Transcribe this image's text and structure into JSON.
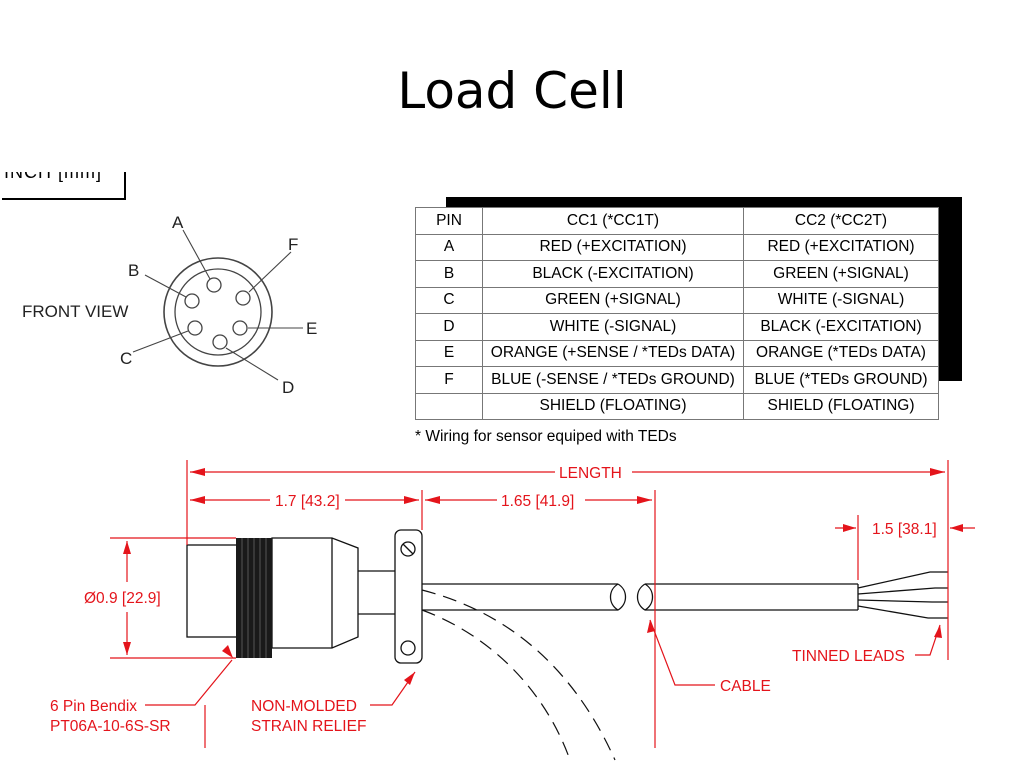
{
  "title": "Load Cell",
  "unit_label": "INCH [mm]",
  "pinout": {
    "view_label": "FRONT VIEW",
    "pins": [
      "A",
      "B",
      "C",
      "D",
      "E",
      "F"
    ]
  },
  "wiring_table": {
    "headers": [
      "PIN",
      "CC1 (*CC1T)",
      "CC2 (*CC2T)"
    ],
    "rows": [
      [
        "A",
        "RED (+EXCITATION)",
        "RED (+EXCITATION)"
      ],
      [
        "B",
        "BLACK (-EXCITATION)",
        "GREEN (+SIGNAL)"
      ],
      [
        "C",
        "GREEN (+SIGNAL)",
        "WHITE (-SIGNAL)"
      ],
      [
        "D",
        "WHITE (-SIGNAL)",
        "BLACK (-EXCITATION)"
      ],
      [
        "E",
        "ORANGE (+SENSE / *TEDs DATA)",
        "ORANGE (*TEDs DATA)"
      ],
      [
        "F",
        "BLUE (-SENSE / *TEDs GROUND)",
        "BLUE (*TEDs GROUND)"
      ],
      [
        "",
        "SHIELD (FLOATING)",
        "SHIELD (FLOATING)"
      ]
    ],
    "footnote": "* Wiring for sensor equiped with TEDs"
  },
  "cable_drawing": {
    "length_label": "LENGTH",
    "dim_connector": "1.7 [43.2]",
    "dim_relief": "1.65 [41.9]",
    "dim_leads": "1.5 [38.1]",
    "dim_diameter": "Ø0.9 [22.9]",
    "connector_label_1": "6 Pin Bendix",
    "connector_label_2": "PT06A-10-6S-SR",
    "relief_label_1": "NON-MOLDED",
    "relief_label_2": "STRAIN RELIEF",
    "cable_label": "CABLE",
    "leads_label": "TINNED LEADS",
    "line_color": "#e4141b"
  }
}
